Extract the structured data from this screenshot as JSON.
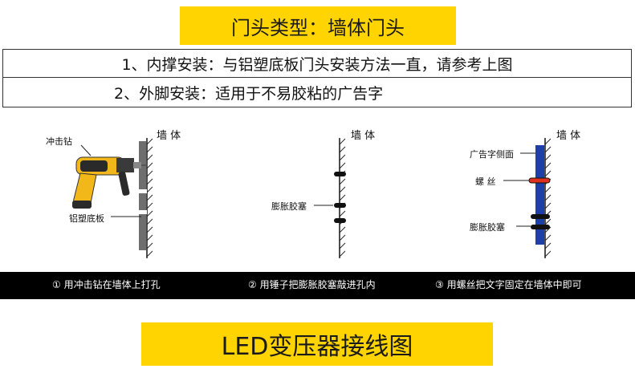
{
  "header": {
    "title": "门头类型：墙体门头"
  },
  "notes": [
    "1、内撑安装：与铝塑底板门头安装方法一直，请参考上图",
    "2、外脚安装：适用于不易胶粘的广告字"
  ],
  "panel1": {
    "wall_label": "墙 体",
    "drill_label": "冲击钻",
    "board_label": "铝塑底板"
  },
  "panel2": {
    "wall_label": "墙 体",
    "anchor_label": "膨胀胶塞"
  },
  "panel3": {
    "wall_label": "墙 体",
    "side_label": "广告字侧面",
    "screw_label": "螺  丝",
    "anchor_label": "膨胀胶塞"
  },
  "captions": [
    "① 用冲击钻在墙体上打孔",
    "② 用锤子把膨胀胶塞敲进孔内",
    "③ 用螺丝把文字固定在墙体中即可"
  ],
  "footer": {
    "title": "LED变压器接线图"
  },
  "colors": {
    "banner": "#ffd400",
    "letter_side": "#1f3fa8",
    "screw": "#e03020",
    "caption_bar": "#000000"
  }
}
